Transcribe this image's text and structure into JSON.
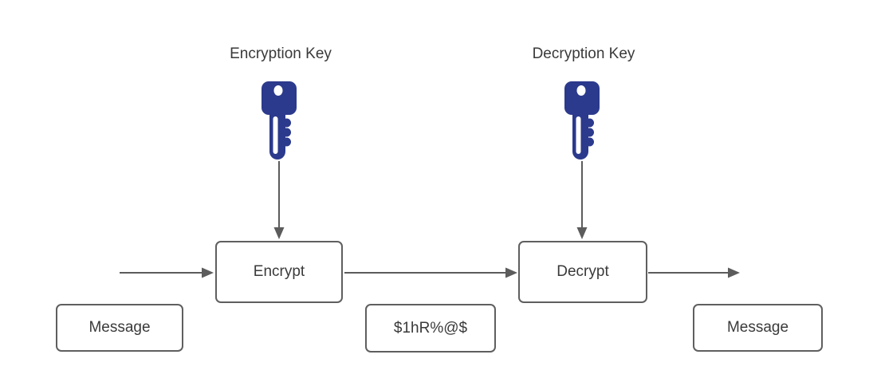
{
  "diagram": {
    "title_labels": {
      "encryption_key": "Encryption Key",
      "decryption_key": "Decryption Key"
    },
    "nodes": {
      "encrypt": "Encrypt",
      "decrypt": "Decrypt",
      "message_left": "Message",
      "ciphertext": "$1hR%@$",
      "message_right": "Message"
    },
    "icons": {
      "encryption_key_icon": "key-icon",
      "decryption_key_icon": "key-icon"
    },
    "colors": {
      "key_fill": "#2b3a8c",
      "arrow": "#5c5c5c",
      "box_border": "#5f5f5f",
      "text": "#3a3a3a",
      "background": "#ffffff"
    }
  }
}
